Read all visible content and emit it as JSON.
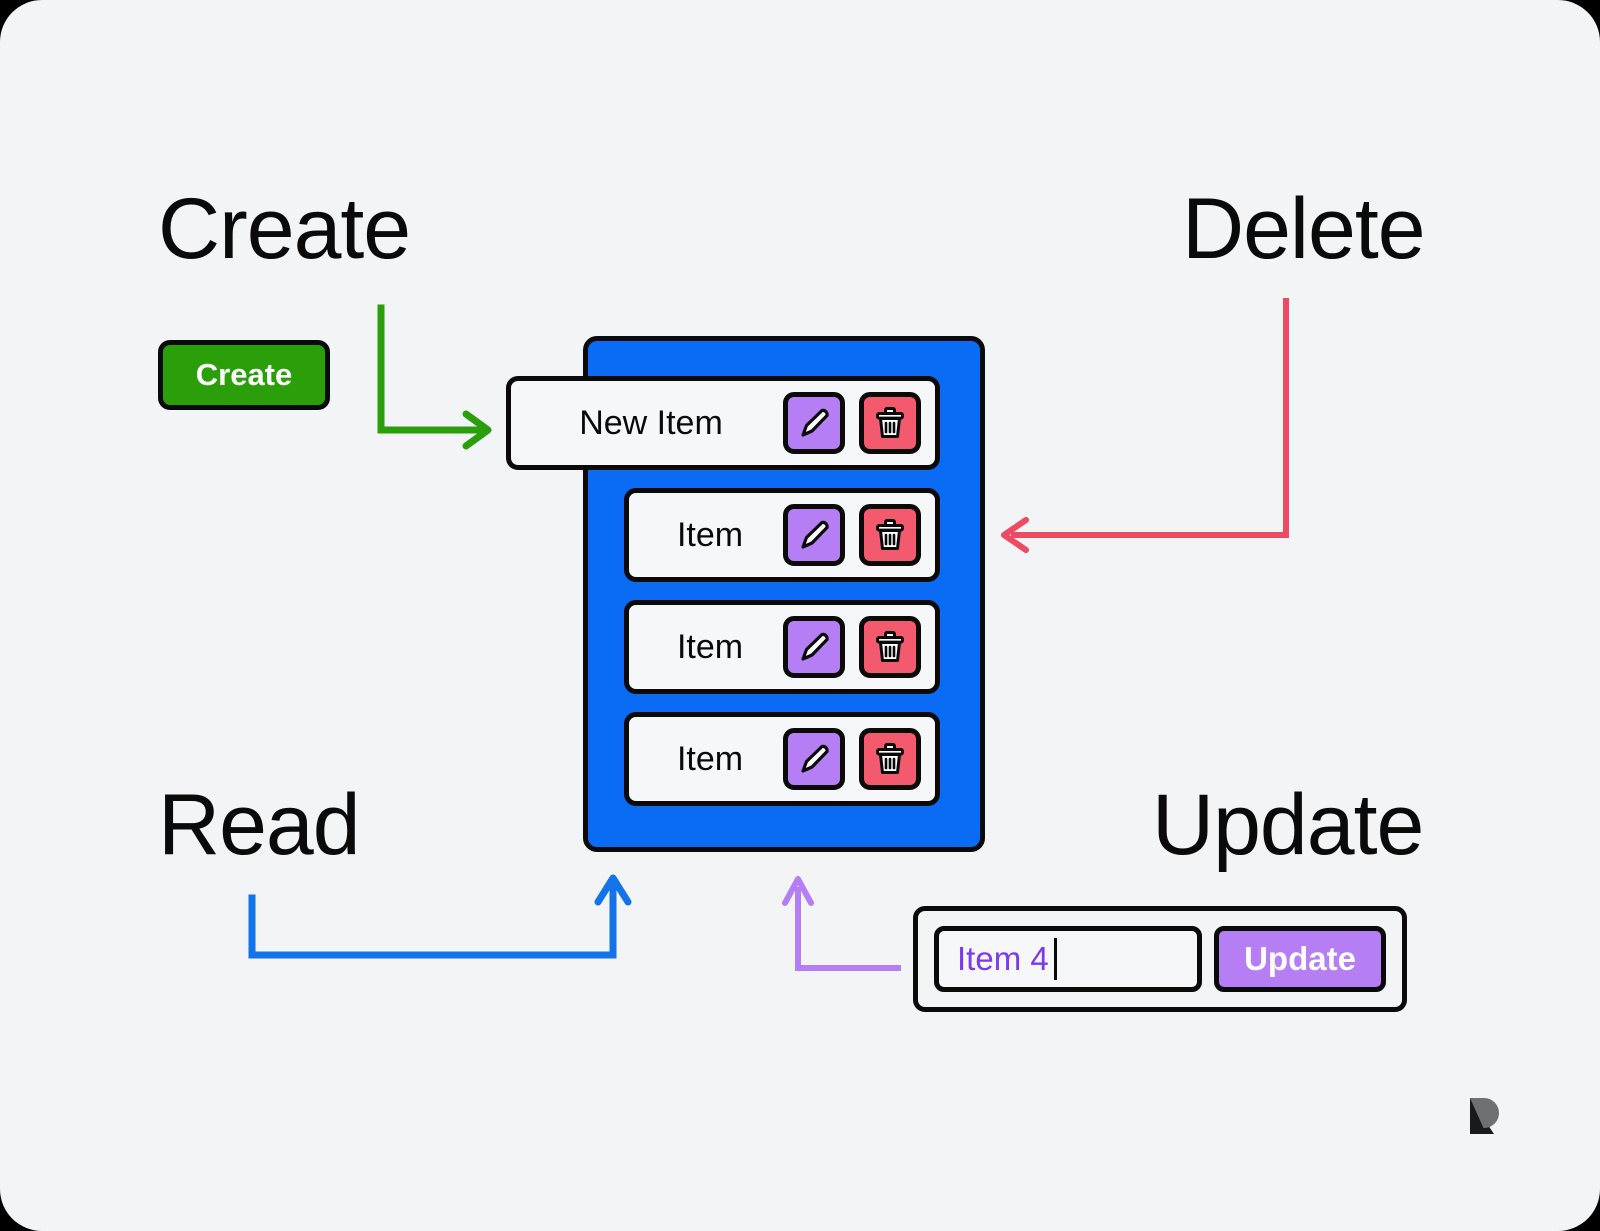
{
  "page": {
    "background_color": "#f3f4f6",
    "accent_blue": "#0a6bf5",
    "accent_green": "#2b9f09",
    "accent_purple": "#b57ef5",
    "accent_red": "#f45a6d",
    "outline_color": "#0a0a0a"
  },
  "headings": {
    "create": "Create",
    "read": "Read",
    "update": "Update",
    "delete": "Delete"
  },
  "create_section": {
    "button_label": "Create"
  },
  "list_panel": {
    "rows": [
      {
        "label": "New Item",
        "edit_icon": "pencil-icon",
        "delete_icon": "trash-icon"
      },
      {
        "label": "Item",
        "edit_icon": "pencil-icon",
        "delete_icon": "trash-icon"
      },
      {
        "label": "Item",
        "edit_icon": "pencil-icon",
        "delete_icon": "trash-icon"
      },
      {
        "label": "Item",
        "edit_icon": "pencil-icon",
        "delete_icon": "trash-icon"
      }
    ]
  },
  "update_section": {
    "input_value": "Item 4",
    "input_placeholder": "Item 4",
    "button_label": "Update"
  },
  "arrows": [
    {
      "name": "create-arrow",
      "color": "#2b9f09",
      "from": "create-button",
      "to": "list-row-0"
    },
    {
      "name": "delete-arrow",
      "color": "#ec4b63",
      "from": "delete-heading",
      "to": "list-row-1"
    },
    {
      "name": "read-arrow",
      "color": "#1273ea",
      "from": "read-heading",
      "to": "list-panel-bottom"
    },
    {
      "name": "update-arrow",
      "color": "#b57ef5",
      "from": "update-panel",
      "to": "list-panel-bottom"
    }
  ],
  "watermark": {
    "name": "r-logo",
    "dark_color": "#1a1a1a",
    "light_color": "#6e7072"
  }
}
